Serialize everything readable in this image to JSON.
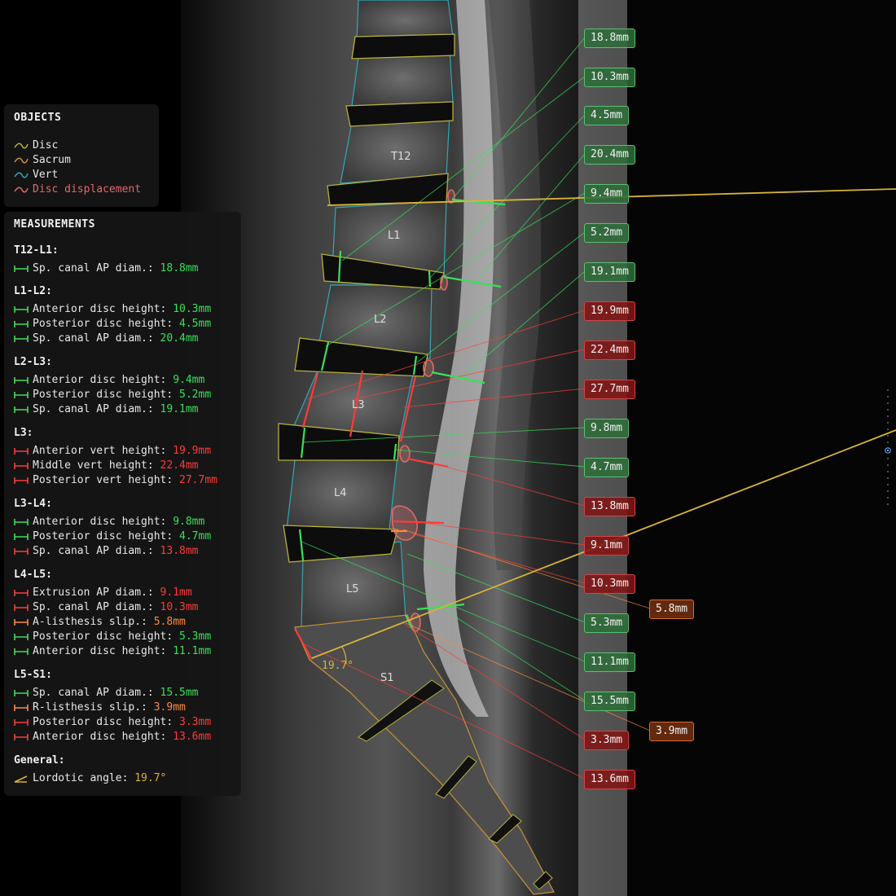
{
  "objects_panel": {
    "title": "OBJECTS",
    "items": [
      {
        "label": "Disc",
        "color": "#b6b03a"
      },
      {
        "label": "Sacrum",
        "color": "#c9913a"
      },
      {
        "label": "Vert",
        "color": "#2fa8b4"
      },
      {
        "label": "Disc displacement",
        "color": "#e06a6a"
      }
    ]
  },
  "measurements_panel": {
    "title": "MEASUREMENTS",
    "groups": [
      {
        "name": "T12-L1:",
        "items": [
          {
            "label": "Sp. canal AP diam.:",
            "value": "18.8mm",
            "status": "green"
          }
        ]
      },
      {
        "name": "L1-L2:",
        "items": [
          {
            "label": "Anterior disc height:",
            "value": "10.3mm",
            "status": "green"
          },
          {
            "label": "Posterior disc height:",
            "value": "4.5mm",
            "status": "green"
          },
          {
            "label": "Sp. canal AP diam.:",
            "value": "20.4mm",
            "status": "green"
          }
        ]
      },
      {
        "name": "L2-L3:",
        "items": [
          {
            "label": "Anterior disc height:",
            "value": "9.4mm",
            "status": "green"
          },
          {
            "label": "Posterior disc height:",
            "value": "5.2mm",
            "status": "green"
          },
          {
            "label": "Sp. canal AP diam.:",
            "value": "19.1mm",
            "status": "green"
          }
        ]
      },
      {
        "name": "L3:",
        "items": [
          {
            "label": "Anterior vert height:",
            "value": "19.9mm",
            "status": "red"
          },
          {
            "label": "Middle vert height:",
            "value": "22.4mm",
            "status": "red"
          },
          {
            "label": "Posterior vert height:",
            "value": "27.7mm",
            "status": "red"
          }
        ]
      },
      {
        "name": "L3-L4:",
        "items": [
          {
            "label": "Anterior disc height:",
            "value": "9.8mm",
            "status": "green"
          },
          {
            "label": "Posterior disc height:",
            "value": "4.7mm",
            "status": "green"
          },
          {
            "label": "Sp. canal AP diam.:",
            "value": "13.8mm",
            "status": "red"
          }
        ]
      },
      {
        "name": "L4-L5:",
        "items": [
          {
            "label": "Extrusion AP diam.:",
            "value": "9.1mm",
            "status": "red"
          },
          {
            "label": "Sp. canal AP diam.:",
            "value": "10.3mm",
            "status": "red"
          },
          {
            "label": "A-listhesis slip.:",
            "value": "5.8mm",
            "status": "orange"
          },
          {
            "label": "Posterior disc height:",
            "value": "5.3mm",
            "status": "green"
          },
          {
            "label": "Anterior disc height:",
            "value": "11.1mm",
            "status": "green"
          }
        ]
      },
      {
        "name": "L5-S1:",
        "items": [
          {
            "label": "Sp. canal AP diam.:",
            "value": "15.5mm",
            "status": "green"
          },
          {
            "label": "R-listhesis slip.:",
            "value": "3.9mm",
            "status": "orange"
          },
          {
            "label": "Posterior disc height:",
            "value": "3.3mm",
            "status": "red"
          },
          {
            "label": "Anterior disc height:",
            "value": "13.6mm",
            "status": "red"
          }
        ]
      },
      {
        "name": "General:",
        "items": [
          {
            "label": "Lordotic angle:",
            "value": "19.7°",
            "status": "yellow"
          }
        ]
      }
    ]
  },
  "vertebra_labels": [
    "T12",
    "L1",
    "L2",
    "L3",
    "L4",
    "L5",
    "S1"
  ],
  "angle_label": "19.7°",
  "tags": [
    {
      "value": "18.8mm",
      "status": "green"
    },
    {
      "value": "10.3mm",
      "status": "green"
    },
    {
      "value": "4.5mm",
      "status": "green"
    },
    {
      "value": "20.4mm",
      "status": "green"
    },
    {
      "value": "9.4mm",
      "status": "green"
    },
    {
      "value": "5.2mm",
      "status": "green"
    },
    {
      "value": "19.1mm",
      "status": "green"
    },
    {
      "value": "19.9mm",
      "status": "red"
    },
    {
      "value": "22.4mm",
      "status": "red"
    },
    {
      "value": "27.7mm",
      "status": "red"
    },
    {
      "value": "9.8mm",
      "status": "green"
    },
    {
      "value": "4.7mm",
      "status": "green"
    },
    {
      "value": "13.8mm",
      "status": "red"
    },
    {
      "value": "9.1mm",
      "status": "red"
    },
    {
      "value": "10.3mm",
      "status": "red"
    },
    {
      "value": "5.3mm",
      "status": "green"
    },
    {
      "value": "11.1mm",
      "status": "green"
    },
    {
      "value": "15.5mm",
      "status": "green"
    },
    {
      "value": "3.3mm",
      "status": "red"
    },
    {
      "value": "13.6mm",
      "status": "red"
    }
  ],
  "side_tags": [
    {
      "value": "5.8mm",
      "status": "orange"
    },
    {
      "value": "3.9mm",
      "status": "orange"
    }
  ],
  "colors": {
    "green": "#39e05a",
    "red": "#ff3b3b",
    "orange": "#ff8a3c",
    "yellow": "#d8b33a",
    "disc": "#b6b03a",
    "sacrum": "#c9913a",
    "vert": "#2fa8b4",
    "displacement": "#e06a6a"
  }
}
